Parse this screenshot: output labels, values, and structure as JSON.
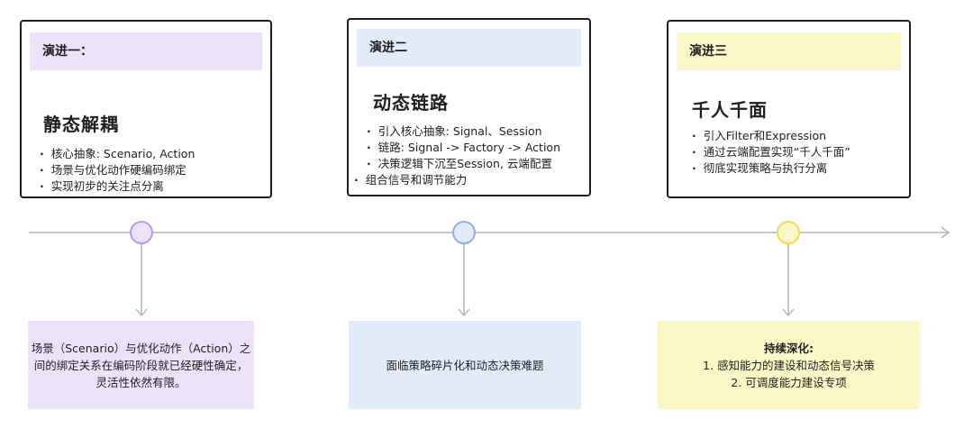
{
  "stages": [
    {
      "tag": "演进一：",
      "heading": "静态解耦",
      "bullets": [
        "核心抽象: Scenario, Action",
        "场景与优化动作硬编码绑定",
        "实现初步的关注点分离"
      ],
      "note_lines": [
        "场景（Scenario）与优化动作（Action）之",
        "间的绑定关系在编码阶段就已经硬性确定，",
        "灵活性依然有限。"
      ],
      "accent": "#b89be8",
      "fill": "#ece3fb"
    },
    {
      "tag": "演进二",
      "heading": "动态链路",
      "bullets": [
        "引入核心抽象: Signal、Session",
        "链路: Signal -> Factory -> Action",
        "决策逻辑下沉至Session, 云端配置",
        "组合信号和调节能力"
      ],
      "note_lines": [
        "面临策略碎片化和动态决策难题"
      ],
      "accent": "#8fb0e6",
      "fill": "#e2ebfa"
    },
    {
      "tag": "演进三",
      "heading": "千人千面",
      "bullets": [
        "引入Filter和Expression",
        "通过云端配置实现“千人千面”",
        "彻底实现策略与执行分离"
      ],
      "note_lines": [
        "持续深化:",
        "1. 感知能力的建设和动态信号决策",
        "2. 可调度能力建设专项"
      ],
      "accent": "#f0dc52",
      "fill": "#fbf8c7"
    }
  ],
  "line_color": "#b5b5b5"
}
